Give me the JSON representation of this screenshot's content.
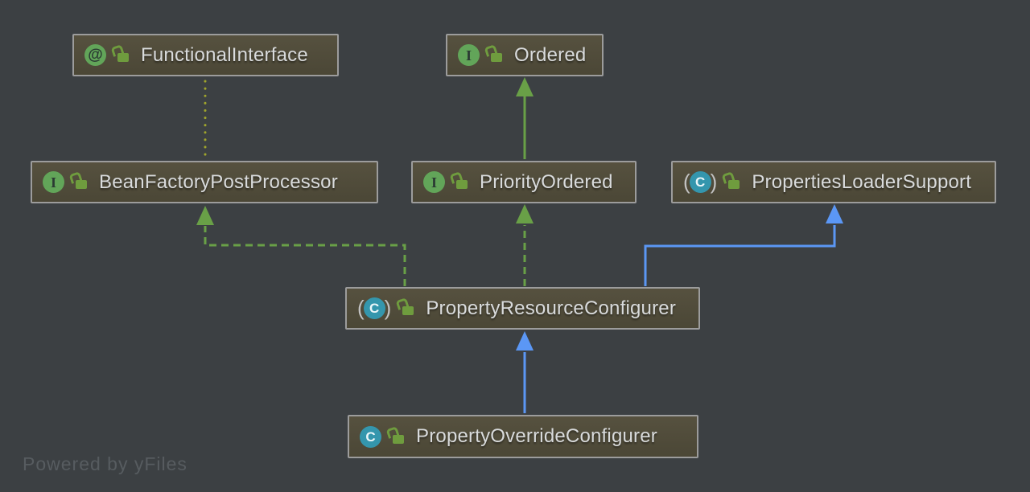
{
  "diagram": {
    "watermark": "Powered by yFiles",
    "nodes": {
      "functional_interface": {
        "label": "FunctionalInterface",
        "kind": "annotation",
        "badge": "@",
        "icon": "annotation-icon"
      },
      "ordered": {
        "label": "Ordered",
        "kind": "interface",
        "badge": "I",
        "icon": "interface-icon"
      },
      "bean_factory_post_processor": {
        "label": "BeanFactoryPostProcessor",
        "kind": "interface",
        "badge": "I",
        "icon": "interface-icon"
      },
      "priority_ordered": {
        "label": "PriorityOrdered",
        "kind": "interface",
        "badge": "I",
        "icon": "interface-icon"
      },
      "properties_loader_support": {
        "label": "PropertiesLoaderSupport",
        "kind": "abstract-class",
        "badge": "C",
        "icon": "abstract-class-icon"
      },
      "property_resource_configurer": {
        "label": "PropertyResourceConfigurer",
        "kind": "abstract-class",
        "badge": "C",
        "icon": "abstract-class-icon"
      },
      "property_override_configurer": {
        "label": "PropertyOverrideConfigurer",
        "kind": "class",
        "badge": "C",
        "icon": "class-icon"
      }
    },
    "edges": [
      {
        "from": "PriorityOrdered",
        "to": "Ordered",
        "relationship": "extends",
        "style": "solid",
        "color": "#69a047"
      },
      {
        "from": "PropertyResourceConfigurer",
        "to": "BeanFactoryPostProcessor",
        "relationship": "implements",
        "style": "dashed",
        "color": "#69a047"
      },
      {
        "from": "PropertyResourceConfigurer",
        "to": "PriorityOrdered",
        "relationship": "implements",
        "style": "dashed",
        "color": "#69a047"
      },
      {
        "from": "BeanFactoryPostProcessor",
        "to": "FunctionalInterface",
        "relationship": "annotated-by",
        "style": "dotted",
        "color": "#a0a52c"
      },
      {
        "from": "PropertyResourceConfigurer",
        "to": "PropertiesLoaderSupport",
        "relationship": "extends",
        "style": "solid",
        "color": "#5b97f5"
      },
      {
        "from": "PropertyOverrideConfigurer",
        "to": "PropertyResourceConfigurer",
        "relationship": "extends",
        "style": "solid",
        "color": "#5b97f5"
      }
    ],
    "colors": {
      "bg": "#3c4043",
      "node_border": "#9c9c9c",
      "label_color": "#d9dbdc",
      "green": "#69a047",
      "blue": "#5b97f5",
      "dot_yellow": "#a0a52c",
      "iface_green": "#62a559",
      "class_teal": "#3496ad",
      "lock_green": "#6f9c3e",
      "watermark": "#575c60"
    }
  }
}
